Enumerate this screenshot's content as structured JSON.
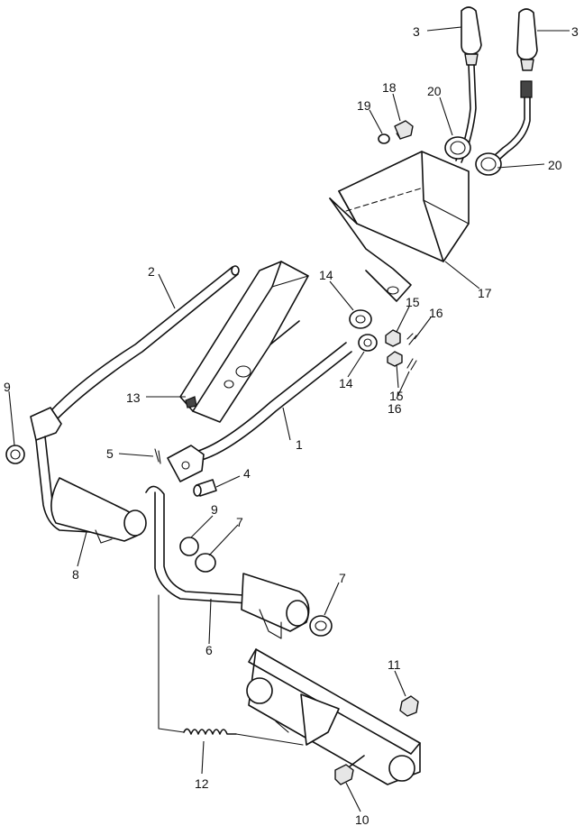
{
  "callouts": {
    "p1": "1",
    "p2": "2",
    "p3a": "3",
    "p3b": "3",
    "p4": "4",
    "p5": "5",
    "p6": "6",
    "p7a": "7",
    "p7b": "7",
    "p8": "8",
    "p9a": "9",
    "p9b": "9",
    "p10": "10",
    "p11": "11",
    "p12": "12",
    "p13": "13",
    "p14a": "14",
    "p14b": "14",
    "p15a": "15",
    "p15b": "15",
    "p16a": "16",
    "p16b": "16",
    "p17": "17",
    "p18": "18",
    "p19": "19",
    "p20a": "20",
    "p20b": "20"
  }
}
